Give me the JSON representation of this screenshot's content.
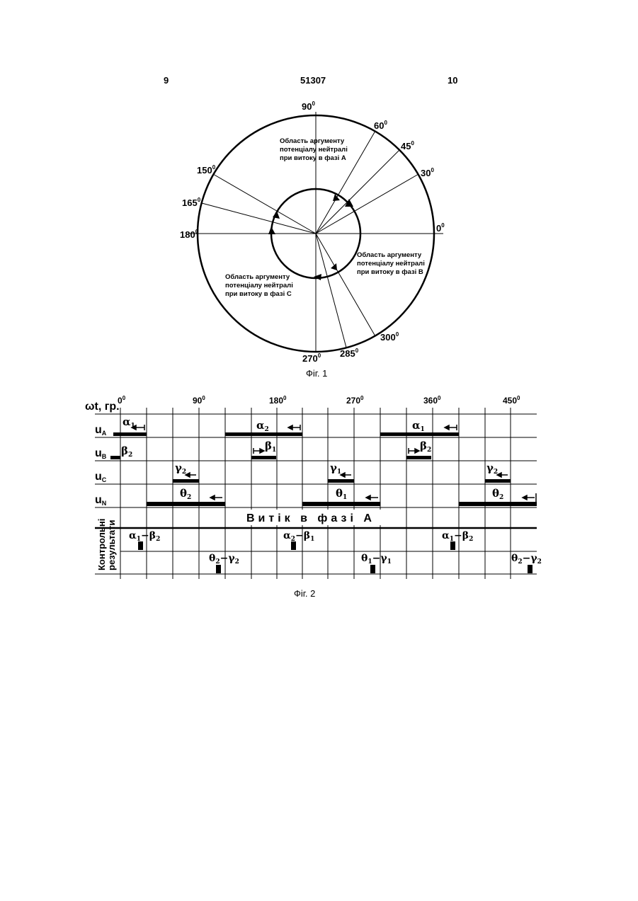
{
  "header": {
    "left_page": "9",
    "doc_number": "51307",
    "right_page": "10"
  },
  "fig1": {
    "caption": "Фіг. 1",
    "angle_labels": [
      "90",
      "60",
      "45",
      "30",
      "0",
      "150",
      "165",
      "180",
      "270",
      "285",
      "300"
    ],
    "degree_mark": "0",
    "region_a": [
      "Область аргументу",
      "потенціалу нейтралі",
      "при витоку в фазі А"
    ],
    "region_b": [
      "Область аргументу",
      "потенціалу нейтралі",
      "при витоку в фазі В"
    ],
    "region_c": [
      "Область аргументу",
      "потенціалу нейтралі",
      "при витоку в фазі  С"
    ]
  },
  "fig2": {
    "caption": "Фіг. 2",
    "axis_label": "ωt, гр.",
    "tick_labels": [
      "0",
      "90",
      "180",
      "270",
      "360",
      "450"
    ],
    "row_labels": {
      "ua": {
        "main": "u",
        "sub": "A"
      },
      "ub": {
        "main": "u",
        "sub": "B"
      },
      "uc": {
        "main": "u",
        "sub": "C"
      },
      "un": {
        "main": "u",
        "sub": "N"
      }
    },
    "symbols": {
      "alpha1": {
        "main": "α",
        "sub": "1"
      },
      "alpha2": {
        "main": "α",
        "sub": "2"
      },
      "beta1": {
        "main": "β",
        "sub": "1"
      },
      "beta2": {
        "main": "β",
        "sub": "2"
      },
      "gamma1": {
        "main": "γ",
        "sub": "1"
      },
      "gamma2": {
        "main": "γ",
        "sub": "2"
      },
      "theta1": {
        "main": "θ",
        "sub": "1"
      },
      "theta2": {
        "main": "θ",
        "sub": "2"
      }
    },
    "banner": "Витік в фазі А",
    "results_label": [
      "Контрольні",
      "результати"
    ],
    "results": {
      "r1": {
        "a": "α",
        "a_sub": "1",
        "b": "β",
        "b_sub": "2"
      },
      "r2": {
        "a": "θ",
        "a_sub": "2",
        "b": "γ",
        "b_sub": "2"
      },
      "r3": {
        "a": "α",
        "a_sub": "2",
        "b": "β",
        "b_sub": "1"
      },
      "r4": {
        "a": "θ",
        "a_sub": "1",
        "b": "γ",
        "b_sub": "1"
      },
      "r5": {
        "a": "α",
        "a_sub": "1",
        "b": "β",
        "b_sub": "2"
      },
      "r6": {
        "a": "θ",
        "a_sub": "2",
        "b": "γ",
        "b_sub": "2"
      }
    }
  }
}
